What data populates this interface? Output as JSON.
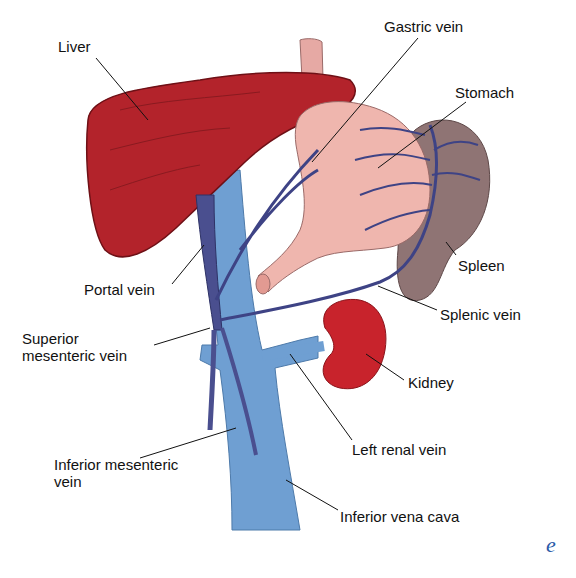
{
  "diagram": {
    "labels": [
      "Liver",
      "Gastric vein",
      "Stomach",
      "Portal vein",
      "Spleen",
      "Splenic vein",
      "Superior mesenteric vein",
      "Kidney",
      "Left renal vein",
      "Inferior mesenteric vein",
      "Inferior vena cava",
      "e"
    ]
  }
}
